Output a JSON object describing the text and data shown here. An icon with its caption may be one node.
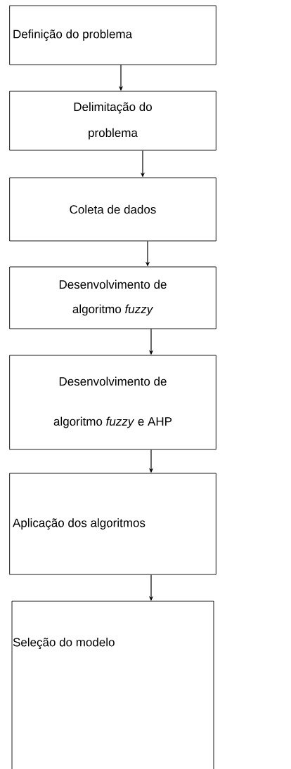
{
  "diagram": {
    "nodes": [
      {
        "text": [
          "Definição do problema"
        ]
      },
      {
        "text": [
          "Delimitação do problema"
        ]
      },
      {
        "text": [
          "Coleta de dados"
        ]
      },
      {
        "text": [
          "Desenvolvimento de algoritmo *fuzzy*"
        ]
      },
      {
        "text": [
          "Desenvolvimento de algoritmo *fuzzy* e AHP"
        ]
      },
      {
        "text": [
          "Aplicação dos algoritmos"
        ]
      },
      {
        "text": [
          "Seleção do modelo"
        ]
      }
    ],
    "edges": [
      {
        "from": 0,
        "to": 1,
        "arrow": "to"
      },
      {
        "from": 1,
        "to": 2,
        "arrow": "to"
      },
      {
        "from": 2,
        "to": 3,
        "arrow": "to"
      },
      {
        "from": 3,
        "to": 4,
        "arrow": "to"
      },
      {
        "from": 4,
        "to": 5,
        "arrow": "to"
      },
      {
        "from": 5,
        "to": 6,
        "arrow": "to"
      }
    ]
  }
}
